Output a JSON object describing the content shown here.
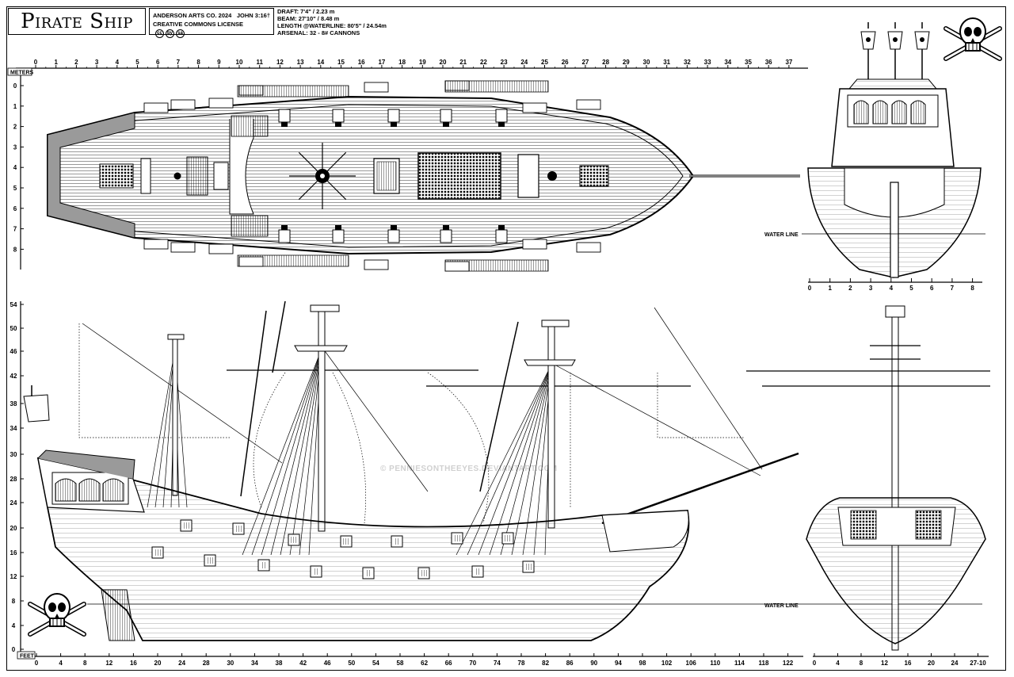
{
  "title": "Pirate Ship",
  "info_box": {
    "company": "ANDERSON ARTS CO. 2024",
    "verse": "JOHN 3:16†",
    "license": "CREATIVE COMMONS LICENSE",
    "license_icons": [
      "cc",
      "by",
      "sa"
    ]
  },
  "specs": [
    {
      "label": "DRAFT:",
      "value": "7'4\"   /    2.23 m"
    },
    {
      "label": "BEAM:",
      "value": "27'10\"  /  8.48 m"
    },
    {
      "label": "LENGTH @WATERLINE:",
      "value": "80'5\"  /  24.54m"
    },
    {
      "label": "ARSENAL:",
      "value": "32 - 8# CANNONS"
    }
  ],
  "plan_view": {
    "unit_label": "METERS",
    "top_ruler": [
      "0",
      "1",
      "2",
      "3",
      "4",
      "5",
      "6",
      "7",
      "8",
      "9",
      "10",
      "11",
      "12",
      "13",
      "14",
      "15",
      "16",
      "17",
      "18",
      "19",
      "20",
      "21",
      "22",
      "23",
      "24",
      "25",
      "26",
      "27",
      "28",
      "29",
      "30",
      "31",
      "32",
      "33",
      "34",
      "35",
      "36",
      "37"
    ],
    "side_ruler": [
      "0",
      "1",
      "2",
      "3",
      "4",
      "5",
      "6",
      "7",
      "8"
    ]
  },
  "stern_view": {
    "water_line_label": "WATER LINE",
    "ruler": [
      "0",
      "1",
      "2",
      "3",
      "4",
      "5",
      "6",
      "7",
      "8"
    ]
  },
  "profile_view": {
    "unit_label": "FEET",
    "side_ruler": [
      "54",
      "50",
      "46",
      "42",
      "38",
      "34",
      "30",
      "28",
      "24",
      "20",
      "16",
      "12",
      "8",
      "4",
      "0"
    ],
    "bottom_ruler": [
      "0",
      "4",
      "8",
      "12",
      "16",
      "20",
      "24",
      "28",
      "30",
      "34",
      "38",
      "42",
      "46",
      "50",
      "54",
      "58",
      "62",
      "66",
      "70",
      "74",
      "78",
      "82",
      "86",
      "90",
      "94",
      "98",
      "102",
      "106",
      "110",
      "114",
      "118",
      "122"
    ],
    "water_line_label": "WATER LINE"
  },
  "bow_view": {
    "ruler": [
      "0",
      "4",
      "8",
      "12",
      "16",
      "20",
      "24",
      "27-10"
    ]
  },
  "watermark": "© PENNIESONTHEEYES.DEVIANTART.COM",
  "colors": {
    "line": "#000000",
    "paper": "#ffffff",
    "shade": "#9a9a9a",
    "watermark": "#d0d0d0"
  }
}
